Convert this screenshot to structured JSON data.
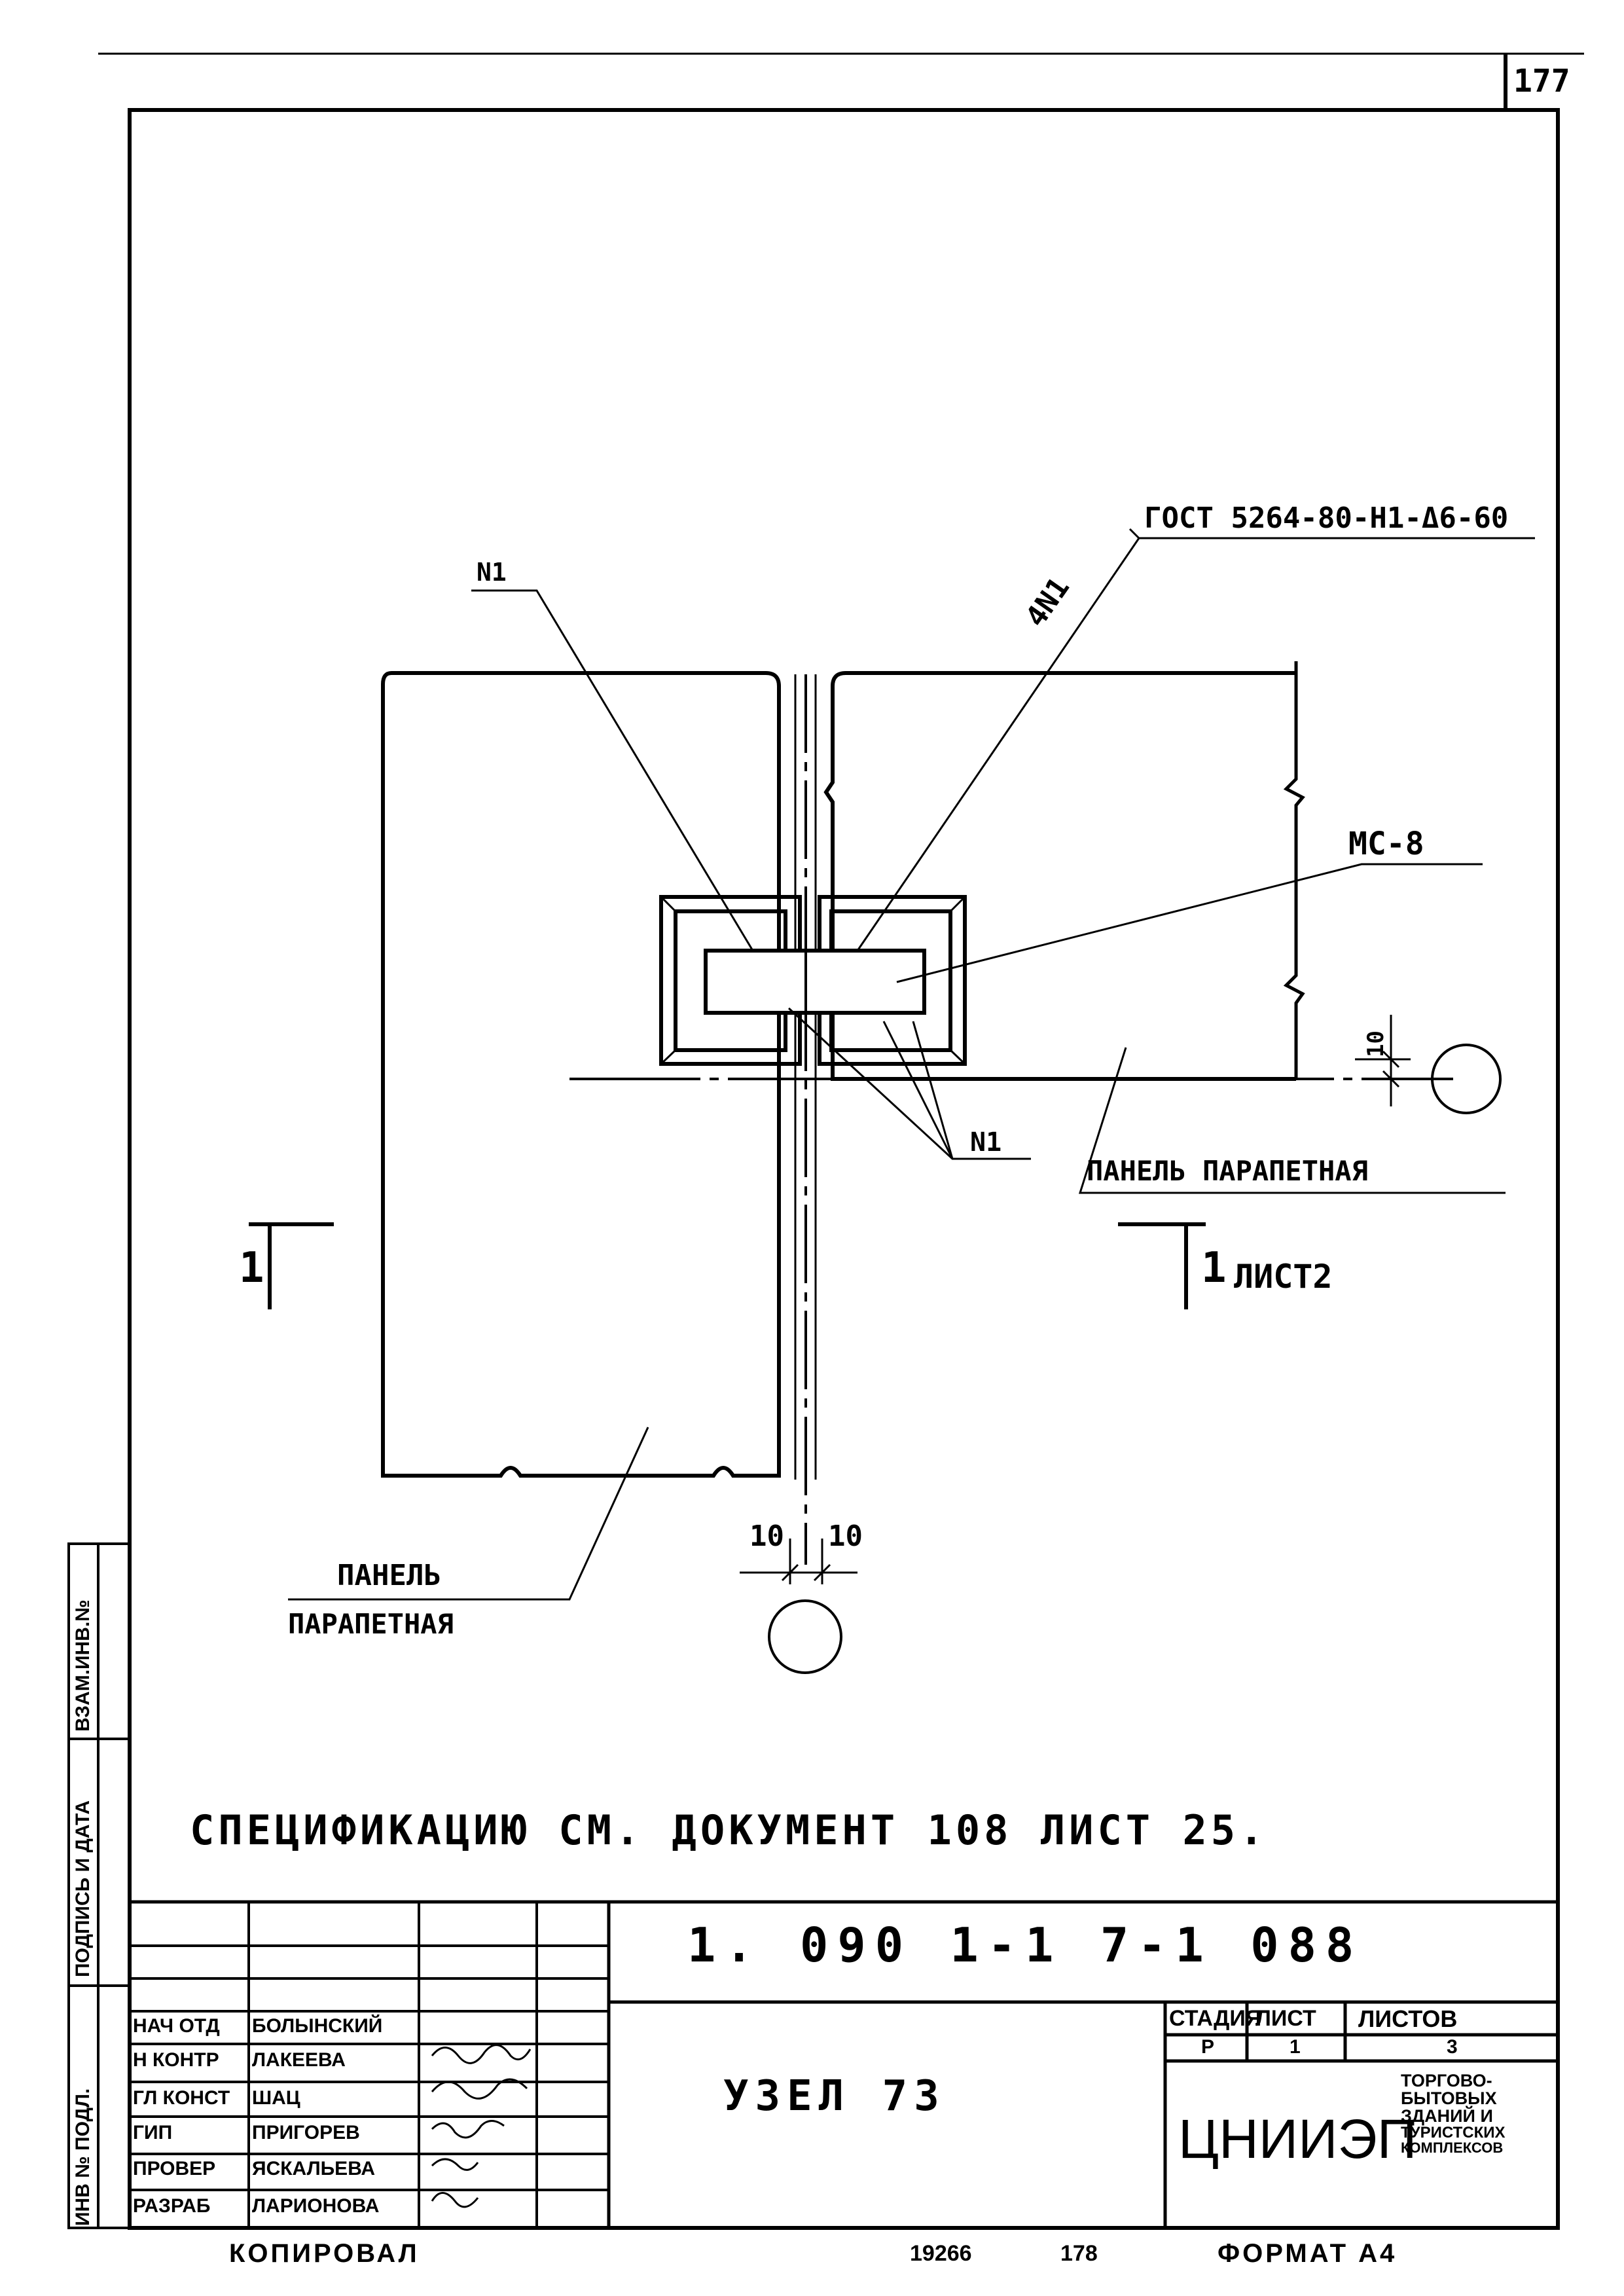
{
  "page": {
    "page_number": "177",
    "format_label": "ФОРМАТ А4",
    "copied_label": "КОПИРОВАЛ",
    "footer_numbers": [
      "19266",
      "178"
    ]
  },
  "drawing": {
    "callouts": {
      "n1_top": "N1",
      "gost": "ГОСТ 5264-80-Н1-Δ6-60",
      "n4_1": "4N1",
      "mc8": "МС-8",
      "n1_bottom": "N1",
      "panel_right": "ПАНЕЛЬ ПАРАПЕТНАЯ",
      "panel_left_1": "ПАНЕЛЬ",
      "panel_left_2": "ПАРАПЕТНАЯ"
    },
    "section_marks": {
      "left": "1",
      "right": "1",
      "right_sheet": "ЛИСТ2"
    },
    "dimensions": {
      "vert_10": "10",
      "horiz_left_10": "10",
      "horiz_right_10": "10"
    },
    "spec_note": "СПЕЦИФИКАЦИЮ СМ. ДОКУМЕНТ 108 ЛИСТ 25."
  },
  "title_block": {
    "document_code": "1. 090 1-1 7-1 088",
    "title": "УЗЕЛ 73",
    "organization": "ЦНИИЭП",
    "org_subtitle": [
      "ТОРГОВО-",
      "БЫТОВЫХ",
      "ЗДАНИЙ И",
      "ТУРИСТСКИХ",
      "КОМПЛЕКСОВ"
    ],
    "stage_header": "СТАДИЯ",
    "sheet_header": "ЛИСТ",
    "sheets_header": "ЛИСТОВ",
    "stage_value": "Р",
    "sheet_value": "1",
    "sheets_value": "3",
    "signatures": [
      {
        "role": "НАЧ ОТД",
        "name": "БОЛЫНСКИЙ"
      },
      {
        "role": "Н КОНТР",
        "name": "ЛАКЕЕВА"
      },
      {
        "role": "ГЛ КОНСТ",
        "name": "ШАЦ"
      },
      {
        "role": "ГИП",
        "name": "ПРИГОРЕВ"
      },
      {
        "role": "ПРОВЕР",
        "name": "ЯСКАЛЬЕВА"
      },
      {
        "role": "РАЗРАБ",
        "name": "ЛАРИОНОВА"
      }
    ]
  },
  "side_stamp": {
    "col1": "ИНВ № ПОДЛ.",
    "col2": "ПОДПИСЬ И ДАТА",
    "col3": "ВЗАМ.ИНВ.№"
  }
}
